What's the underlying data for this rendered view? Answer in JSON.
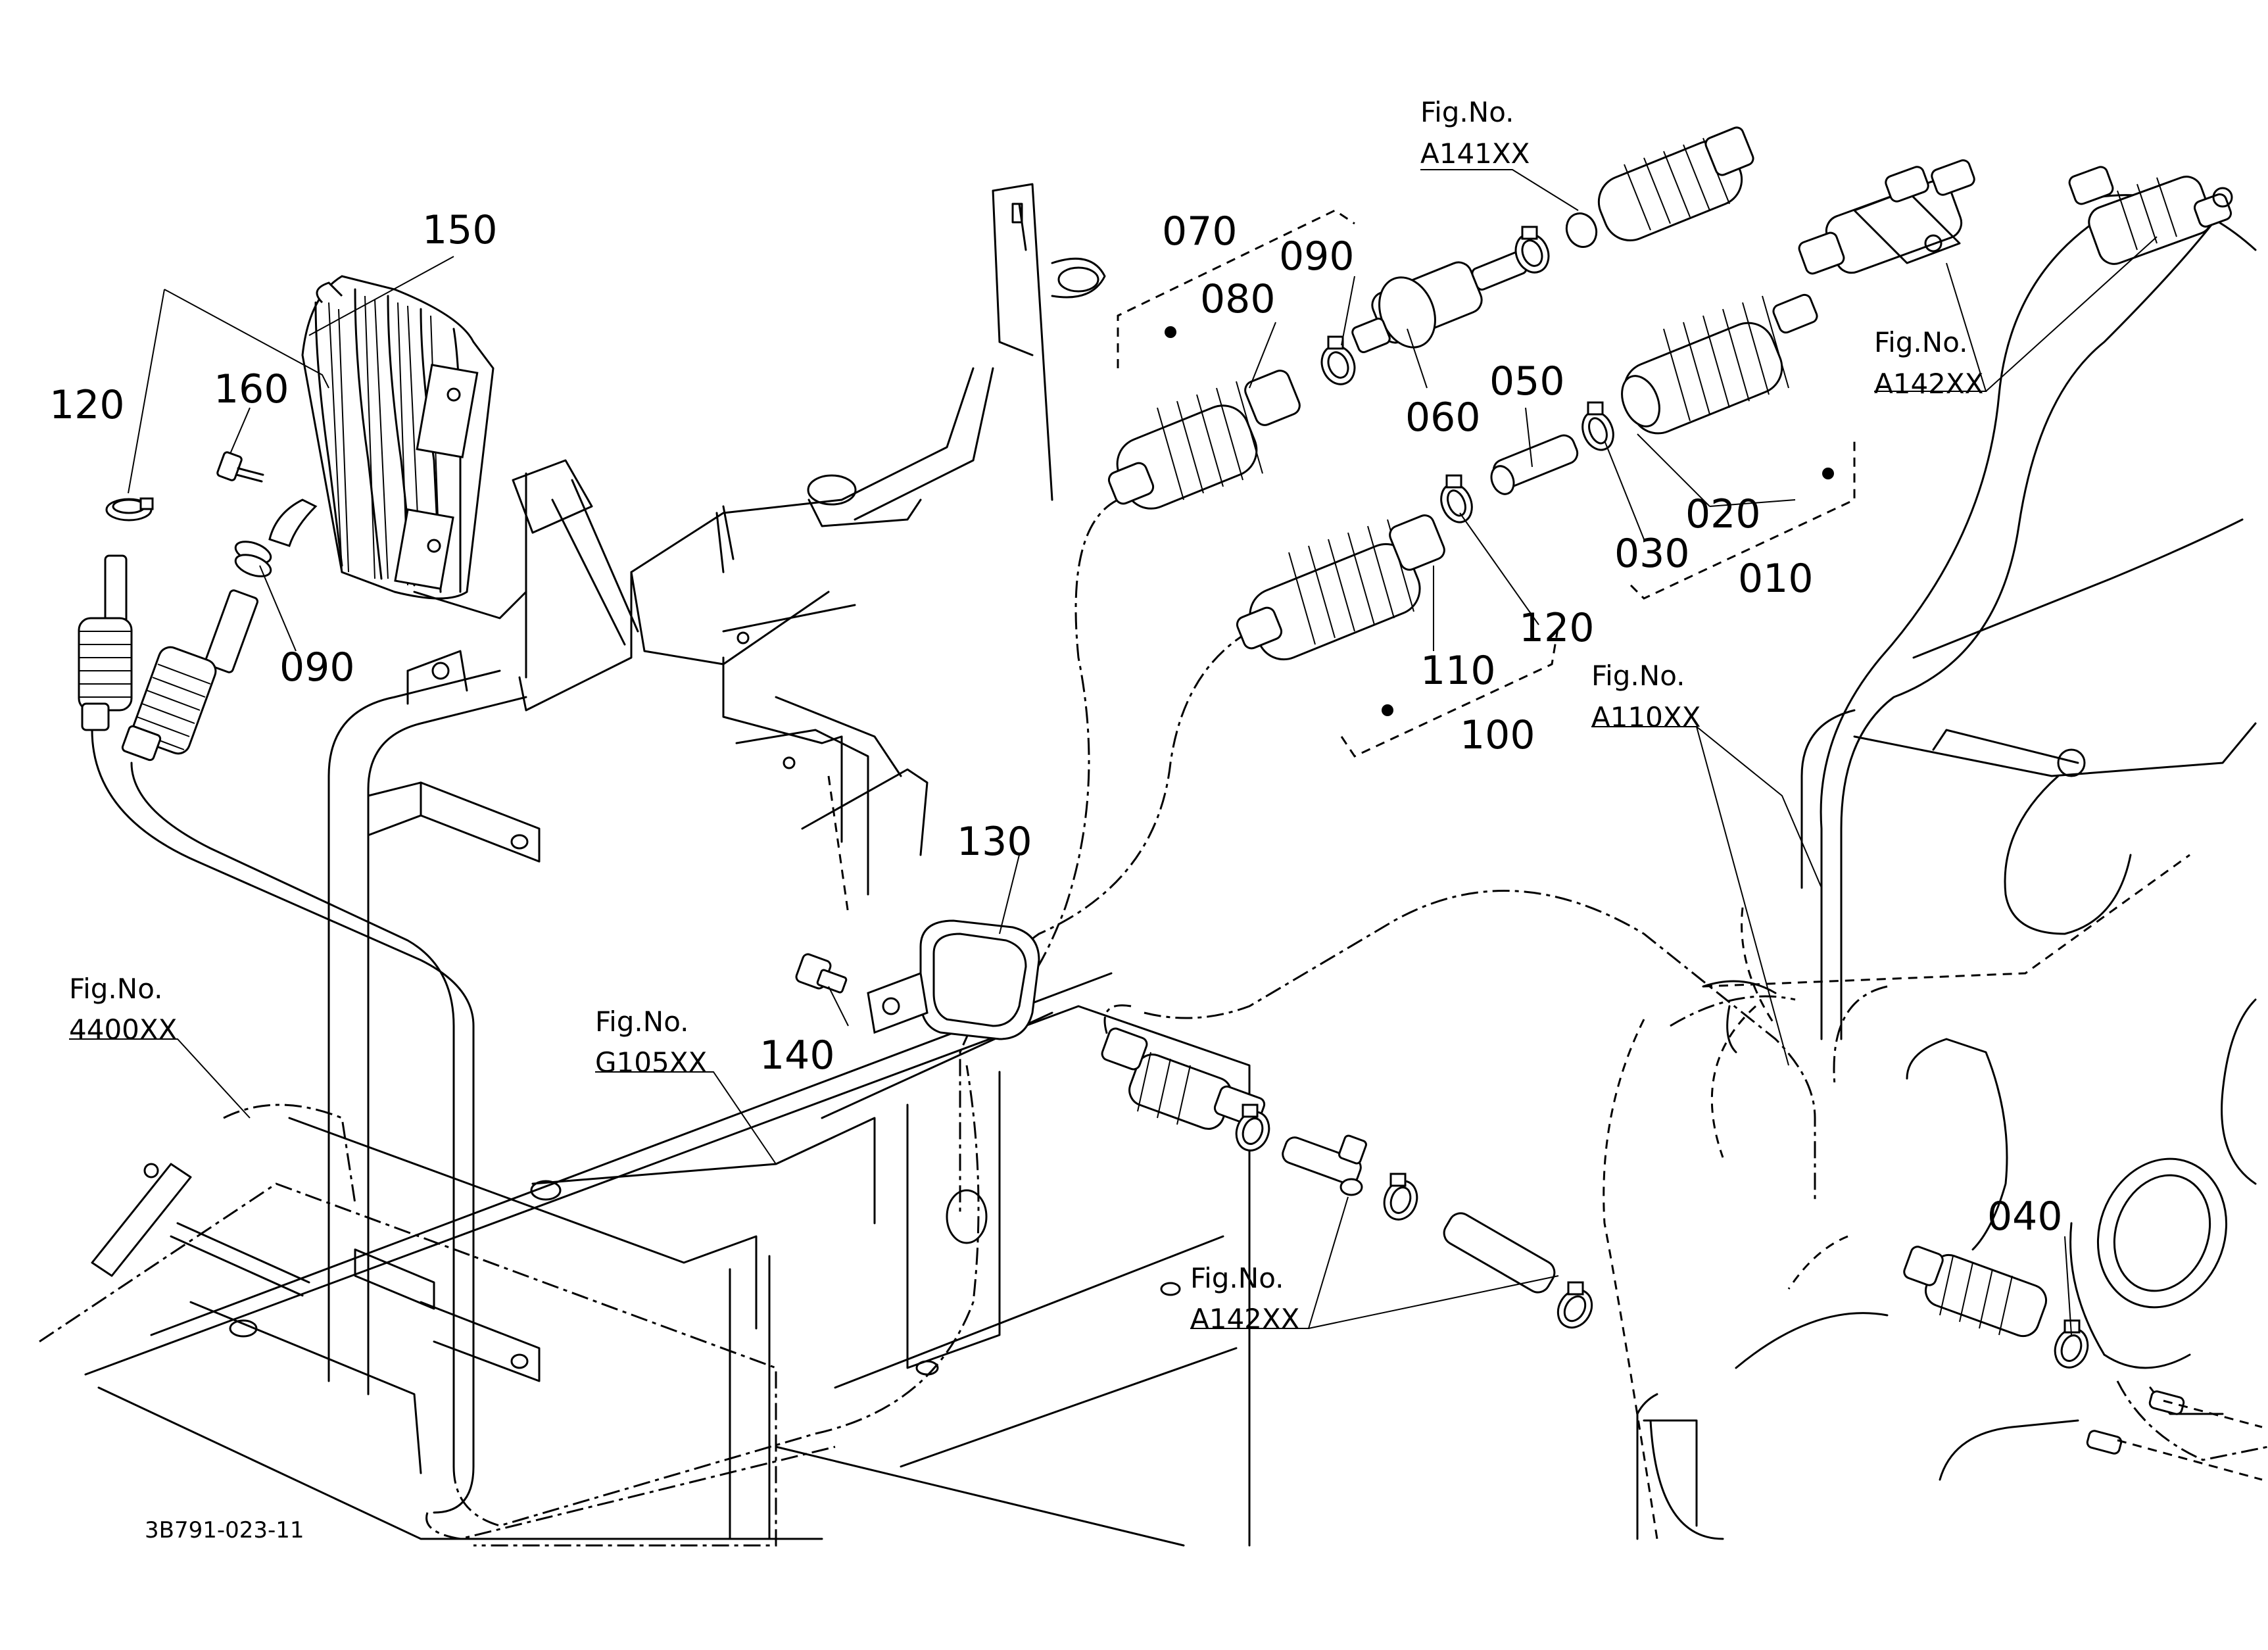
{
  "callouts": {
    "c150": "150",
    "c120a": "120",
    "c160": "160",
    "c090a": "090",
    "c070": "070",
    "c080": "080",
    "c090b": "090",
    "c060": "060",
    "c050": "050",
    "c020": "020",
    "c030": "030",
    "c010": "010",
    "c120b": "120",
    "c110": "110",
    "c100": "100",
    "c130": "130",
    "c140": "140",
    "c040": "040"
  },
  "figure_refs": {
    "a141": {
      "label": "Fig.No.",
      "code": "A141XX"
    },
    "a142_top": {
      "label": "Fig.No.",
      "code": "A142XX"
    },
    "a110": {
      "label": "Fig.No.",
      "code": "A110XX"
    },
    "f4400": {
      "label": "Fig.No.",
      "code": "4400XX"
    },
    "g105": {
      "label": "Fig.No.",
      "code": "G105XX"
    },
    "a142_bottom": {
      "label": "Fig.No.",
      "code": "A142XX"
    }
  },
  "drawing_code": "3B791-023-11"
}
